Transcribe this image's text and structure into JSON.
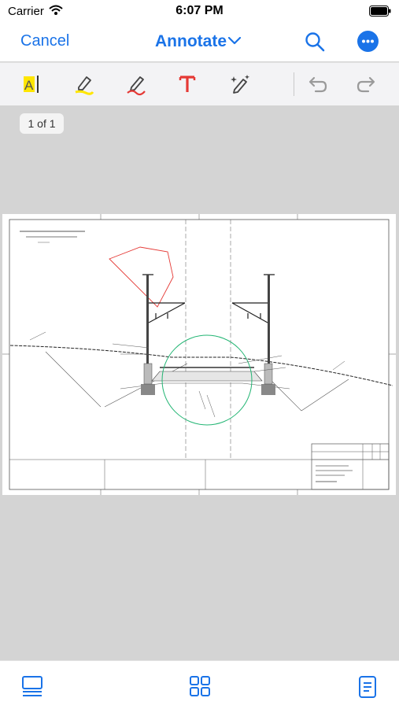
{
  "status": {
    "carrier": "Carrier",
    "time": "6:07 PM"
  },
  "nav": {
    "cancel": "Cancel",
    "title": "Annotate"
  },
  "toolbar": {
    "tools": [
      "text-highlight-icon",
      "highlighter-icon",
      "pen-icon",
      "text-icon",
      "magic-pen-icon",
      "undo-icon",
      "redo-icon"
    ]
  },
  "viewer": {
    "page_indicator": "1 of 1"
  },
  "colors": {
    "accent": "#1a73e8",
    "highlight": "#ffe600",
    "pen": "#e53935",
    "text_tool": "#e53935"
  },
  "bottombar": {
    "items": [
      "outline-icon",
      "thumbnails-icon",
      "document-icon"
    ]
  }
}
